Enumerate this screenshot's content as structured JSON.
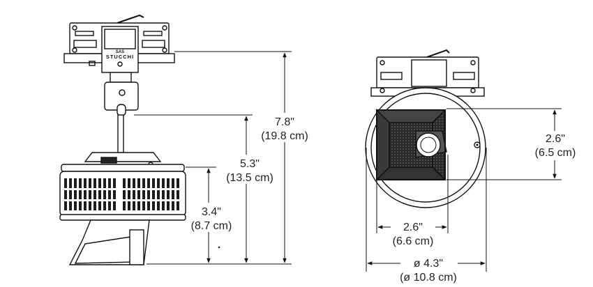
{
  "brand": {
    "line1": "SAS",
    "line2": "STUCCHI"
  },
  "side_view": {
    "dimensions": {
      "total": {
        "value": "7.8\"",
        "metric": "(19.8 cm)"
      },
      "stem": {
        "value": "5.3\"",
        "metric": "(13.5 cm)"
      },
      "housing": {
        "value": "3.4\"",
        "metric": "(8.7 cm)"
      }
    }
  },
  "front_view": {
    "dimensions": {
      "aperture_height": {
        "value": "2.6\"",
        "metric": "(6.5 cm)"
      },
      "aperture_width": {
        "value": "2.6\"",
        "metric": "(6.6 cm)"
      },
      "diameter": {
        "value": "ø 4.3\"",
        "metric": "(ø 10.8 cm)"
      }
    }
  },
  "colors": {
    "line": "#111111",
    "text": "#222222",
    "fill_dark": "#1c1c1c",
    "fill_light": "#f5f5f5"
  }
}
